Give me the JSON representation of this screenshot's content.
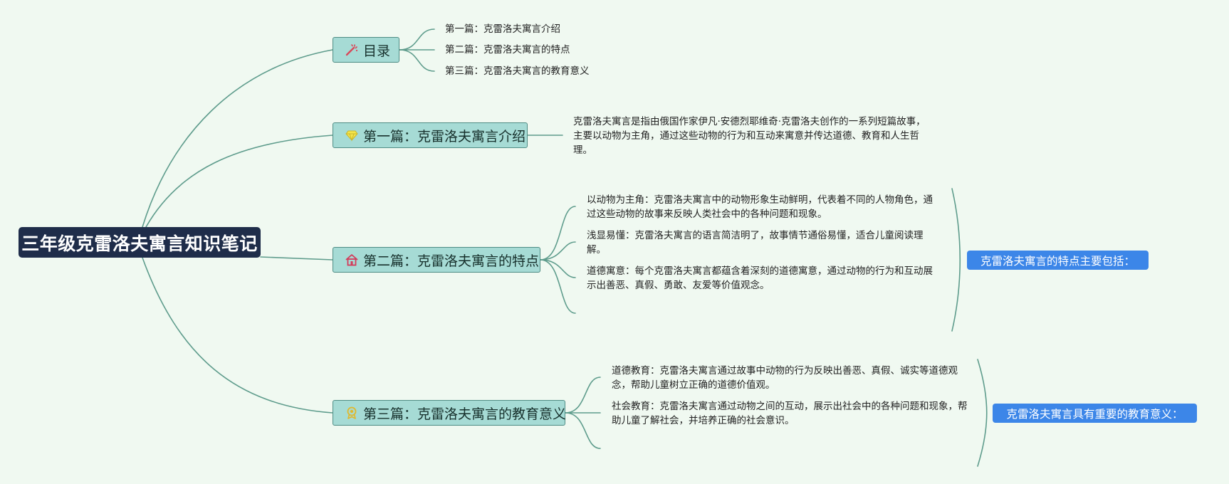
{
  "root": {
    "title": "三年级克雷洛夫寓言知识笔记"
  },
  "toc": {
    "label": "目录",
    "icon": "magic-wand-icon",
    "items": [
      "第一篇：克雷洛夫寓言介绍",
      "第二篇：克雷洛夫寓言的特点",
      "第三篇：克雷洛夫寓言的教育意义"
    ]
  },
  "part1": {
    "label": "第一篇：克雷洛夫寓言介绍",
    "icon": "gem-icon",
    "text": "克雷洛夫寓言是指由俄国作家伊凡·安德烈耶维奇·克雷洛夫创作的一系列短篇故事，主要以动物为主角，通过这些动物的行为和互动来寓意并传达道德、教育和人生哲理。"
  },
  "part2": {
    "label": "第二篇：克雷洛夫寓言的特点",
    "icon": "house-icon",
    "items": [
      "以动物为主角：克雷洛夫寓言中的动物形象生动鲜明，代表着不同的人物角色，通过这些动物的故事来反映人类社会中的各种问题和现象。",
      "浅显易懂：克雷洛夫寓言的语言简洁明了，故事情节通俗易懂，适合儿童阅读理解。",
      "道德寓意：每个克雷洛夫寓言都蕴含着深刻的道德寓意，通过动物的行为和互动展示出善恶、真假、勇敢、友爱等价值观念。"
    ],
    "summary": "克雷洛夫寓言的特点主要包括："
  },
  "part3": {
    "label": "第三篇：克雷洛夫寓言的教育意义",
    "icon": "award-icon",
    "items": [
      "道德教育：克雷洛夫寓言通过故事中动物的行为反映出善恶、真假、诚实等道德观念，帮助儿童树立正确的道德价值观。",
      "社会教育：克雷洛夫寓言通过动物之间的互动，展示出社会中的各种问题和现象，帮助儿童了解社会，并培养正确的社会意识。"
    ],
    "summary": "克雷洛夫寓言具有重要的教育意义："
  },
  "colors": {
    "background": "#f0f9f1",
    "root_fill": "#1f2d4a",
    "branch_fill": "#a6dbd5",
    "branch_border": "#4e8c84",
    "connector": "#5e9c8c",
    "summary_fill": "#3c86e8"
  }
}
